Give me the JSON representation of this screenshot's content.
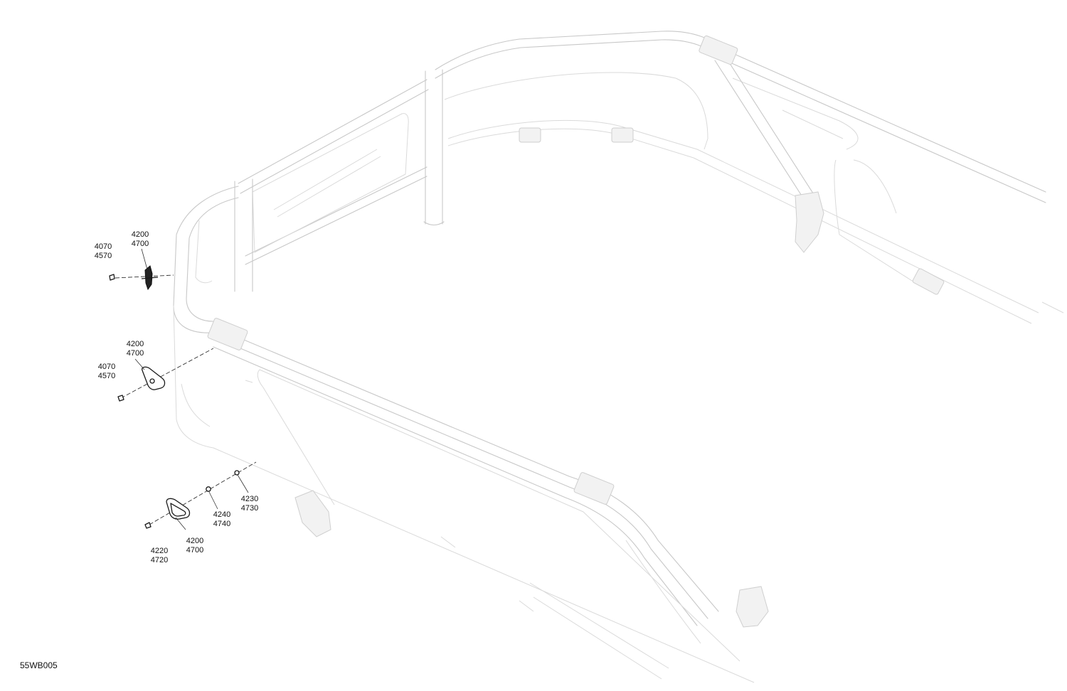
{
  "drawing_code": "55WB005",
  "callouts": [
    {
      "id": "c1",
      "lines": [
        "4200",
        "4700"
      ]
    },
    {
      "id": "c2",
      "lines": [
        "4070",
        "4570"
      ]
    },
    {
      "id": "c3",
      "lines": [
        "4200",
        "4700"
      ]
    },
    {
      "id": "c4",
      "lines": [
        "4070",
        "4570"
      ]
    },
    {
      "id": "c5",
      "lines": [
        "4230",
        "4730"
      ]
    },
    {
      "id": "c6",
      "lines": [
        "4240",
        "4740"
      ]
    },
    {
      "id": "c7",
      "lines": [
        "4220",
        "4720"
      ]
    },
    {
      "id": "c8",
      "lines": [
        "4200",
        "4700"
      ]
    }
  ],
  "colors": {
    "ghost_line": "#c8c8c8",
    "part_line": "#1a1a1a",
    "text": "#111111"
  }
}
